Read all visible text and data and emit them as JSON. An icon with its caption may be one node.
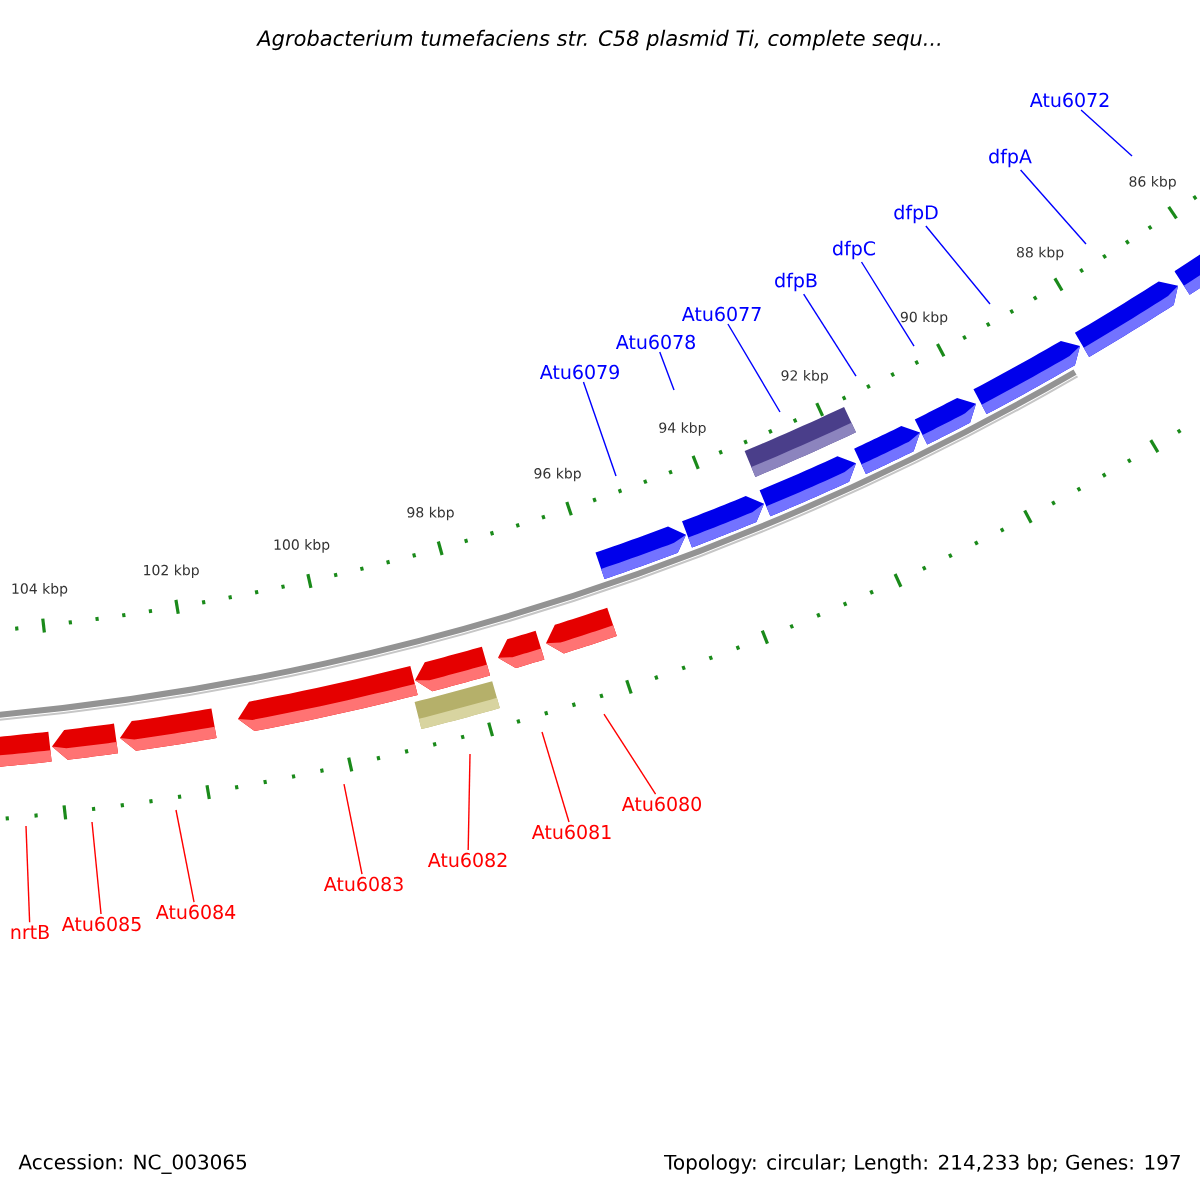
{
  "diagram": {
    "title": "Agrobacterium tumefaciens str. C58 plasmid Ti, complete sequ...",
    "nodes": [
      {
        "text": [
          "Atu6072"
        ]
      },
      {
        "text": [
          "dfpA"
        ]
      },
      {
        "text": [
          "dfpD"
        ]
      },
      {
        "text": [
          "dfpC"
        ]
      },
      {
        "text": [
          "dfpB"
        ]
      },
      {
        "text": [
          "Atu6077"
        ]
      },
      {
        "text": [
          "Atu6078"
        ]
      },
      {
        "text": [
          "Atu6079"
        ]
      },
      {
        "text": [
          "Atu6080"
        ]
      },
      {
        "text": [
          "Atu6081"
        ]
      },
      {
        "text": [
          "Atu6082"
        ]
      },
      {
        "text": [
          "Atu6083"
        ]
      },
      {
        "text": [
          "Atu6084"
        ]
      },
      {
        "text": [
          "Atu6085"
        ]
      },
      {
        "text": [
          "nrtB"
        ]
      }
    ],
    "edges": [
      {
        "from": 0,
        "to": null,
        "arrow": "none",
        "color": "#0000ff"
      },
      {
        "from": 1,
        "to": null,
        "arrow": "none",
        "color": "#0000ff"
      },
      {
        "from": 2,
        "to": null,
        "arrow": "none",
        "color": "#0000ff"
      },
      {
        "from": 3,
        "to": null,
        "arrow": "none",
        "color": "#0000ff"
      },
      {
        "from": 4,
        "to": null,
        "arrow": "none",
        "color": "#0000ff"
      },
      {
        "from": 5,
        "to": null,
        "arrow": "none",
        "color": "#0000ff"
      },
      {
        "from": 6,
        "to": null,
        "arrow": "none",
        "color": "#0000ff"
      },
      {
        "from": 7,
        "to": null,
        "arrow": "none",
        "color": "#0000ff"
      },
      {
        "from": 8,
        "to": null,
        "arrow": "none",
        "color": "#ff0000"
      },
      {
        "from": 9,
        "to": null,
        "arrow": "none",
        "color": "#ff0000"
      },
      {
        "from": 10,
        "to": null,
        "arrow": "none",
        "color": "#ff0000"
      },
      {
        "from": 11,
        "to": null,
        "arrow": "none",
        "color": "#ff0000"
      },
      {
        "from": 12,
        "to": null,
        "arrow": "none",
        "color": "#ff0000"
      },
      {
        "from": 13,
        "to": null,
        "arrow": "none",
        "color": "#ff0000"
      },
      {
        "from": 14,
        "to": null,
        "arrow": "none",
        "color": "#ff0000"
      }
    ],
    "labels": [
      "86 kbp",
      "88 kbp",
      "90 kbp",
      "92 kbp",
      "94 kbp",
      "96 kbp",
      "98 kbp",
      "100 kbp",
      "102 kbp",
      "104 kbp",
      "Accession: NC_003065",
      "Topology: circular; Length: 214,233 bp; Genes: 197"
    ]
  }
}
